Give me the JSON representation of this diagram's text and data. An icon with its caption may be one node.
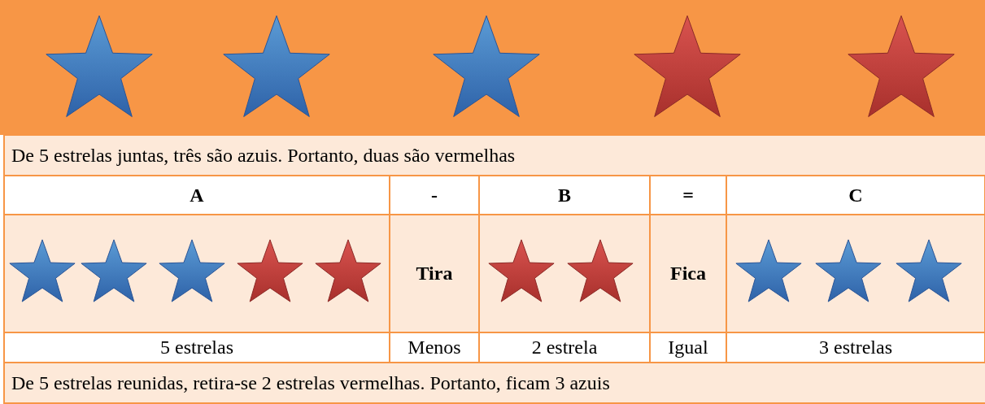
{
  "diagram": {
    "labels": [
      "De 5 estrelas juntas, três são azuis. Portanto, duas são vermelhas",
      "A",
      "-",
      "B",
      "=",
      "C",
      "Tira",
      "Fica",
      "5 estrelas",
      "Menos",
      "2 estrela",
      "Igual",
      "3 estrelas",
      "De 5 estrelas reunidas, retira-se 2 estrelas vermelhas. Portanto, ficam 3 azuis"
    ]
  }
}
